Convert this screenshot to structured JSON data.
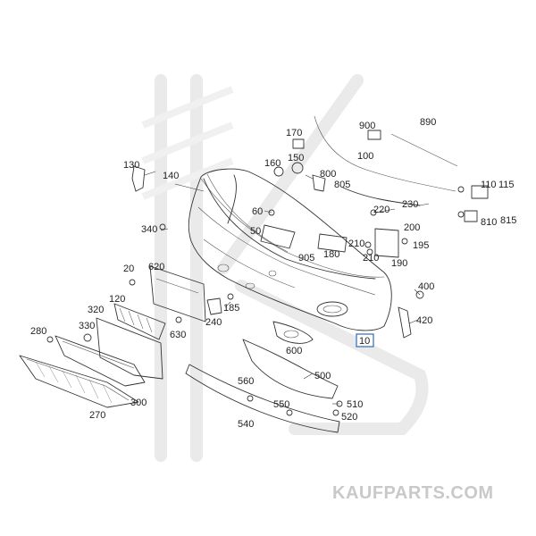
{
  "colors": {
    "highlight": "#2b6fb3",
    "watermark": "#d6d6d6",
    "line": "#333333"
  },
  "watermark": {
    "text": "KAUFPARTS.COM"
  },
  "callouts": {
    "c10": "10",
    "c20": "20",
    "c100": "100",
    "c110": "110",
    "c115": "115",
    "c120": "120",
    "c130": "130",
    "c140": "140",
    "c150": "150",
    "c160": "160",
    "c170": "170",
    "c180": "180",
    "c185": "185",
    "c190": "190",
    "c195": "195",
    "c200": "200",
    "c210a": "210",
    "c210b": "210",
    "c220": "220",
    "c230": "230",
    "c240": "240",
    "c270": "270",
    "c280": "280",
    "c300": "300",
    "c320": "320",
    "c330": "330",
    "c340": "340",
    "c400": "400",
    "c420": "420",
    "c500": "500",
    "c510": "510",
    "c520": "520",
    "c540": "540",
    "c550": "550",
    "c560": "560",
    "c600": "600",
    "c620": "620",
    "c630": "630",
    "c800": "800",
    "c805": "805",
    "c810": "810",
    "c815": "815",
    "c890": "890",
    "c900": "900",
    "c905": "905",
    "c50": "50",
    "c60": "60"
  }
}
